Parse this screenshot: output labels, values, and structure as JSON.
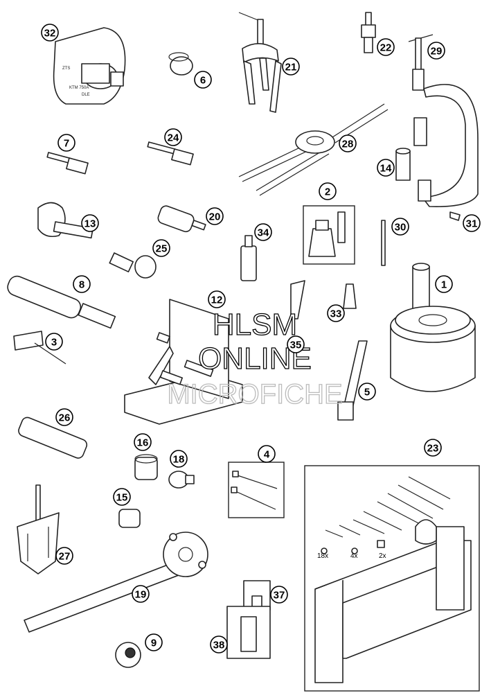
{
  "callouts": [
    "1",
    "2",
    "3",
    "4",
    "5",
    "6",
    "7",
    "8",
    "9",
    "12",
    "13",
    "14",
    "15",
    "16",
    "18",
    "19",
    "20",
    "21",
    "22",
    "23",
    "24",
    "25",
    "26",
    "27",
    "28",
    "29",
    "30",
    "31",
    "32",
    "33",
    "34",
    "35",
    "37",
    "38"
  ],
  "kit_quantities": {
    "q1": "18x",
    "q2": "4x",
    "q3": "2x"
  },
  "plate_labels": {
    "a": "KTM 750A",
    "b": "DLE",
    "c": "ZTS"
  },
  "watermark": {
    "line1": "HLSM",
    "line2": "ONLINE",
    "line3": "MICROFICHE"
  }
}
